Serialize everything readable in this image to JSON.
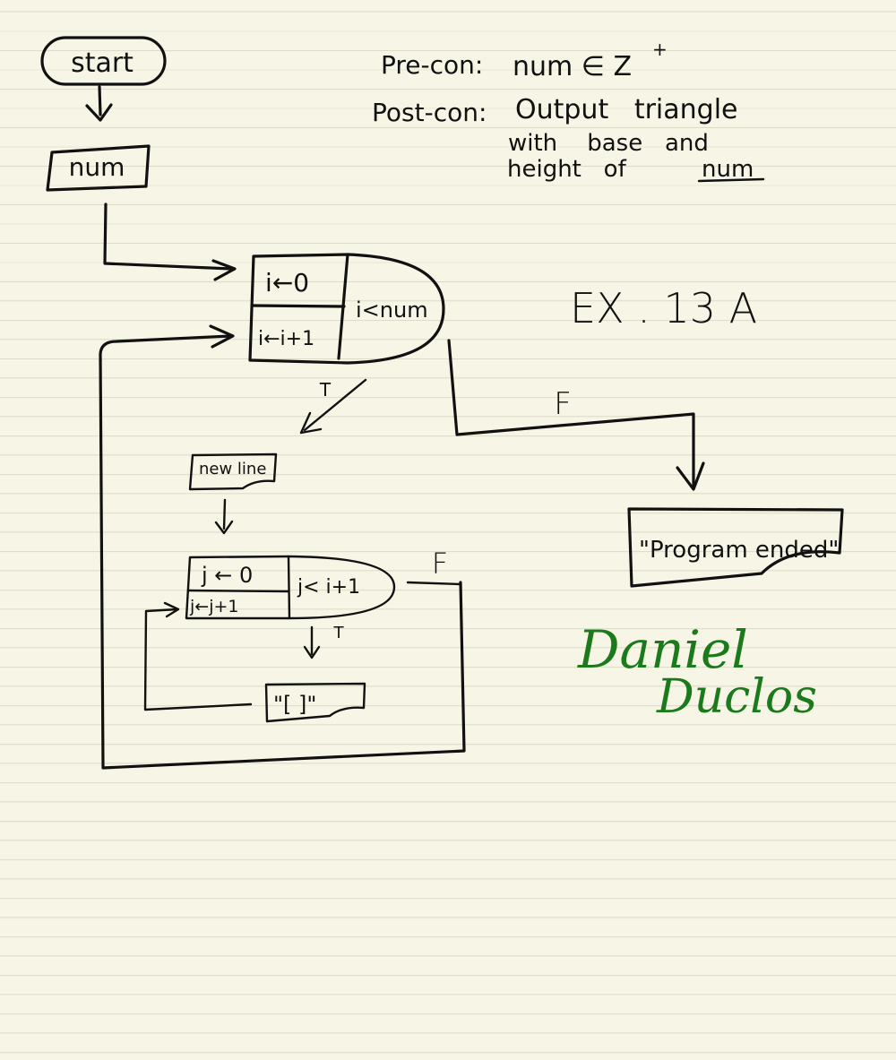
{
  "start_label": "start",
  "input_label": "num",
  "precondition": {
    "label": "Pre-con:",
    "text": "num ∈ Z",
    "superscript": "+"
  },
  "postcondition": {
    "label": "Post-con:",
    "line1": "Output   triangle",
    "line2": "with    base   and",
    "line3": "height   of",
    "underlined": "num"
  },
  "exercise_label": "EX . 13 A",
  "outer_loop": {
    "init": "i←0",
    "update": "i←i+1",
    "condition": "i<num"
  },
  "outer_true_label": "T",
  "outer_false_label": "F",
  "newline_output": "new line",
  "inner_loop": {
    "init": "j ← 0",
    "update": "j←j+1",
    "condition": "j< i+1"
  },
  "inner_true_label": "T",
  "inner_false_label": "F",
  "bracket_output": "\"[ ]\"",
  "end_output": "\"Program ended\"",
  "signature": {
    "first": "Daniel",
    "last": "Duclos",
    "color": "#1b7a1b"
  }
}
